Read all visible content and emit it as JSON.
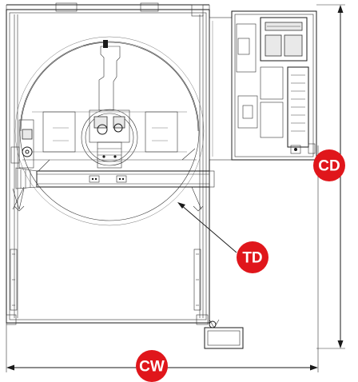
{
  "callouts": {
    "cd": {
      "label": "CD",
      "color": "#e0161b"
    },
    "td": {
      "label": "TD",
      "color": "#e0161b"
    },
    "cw": {
      "label": "CW",
      "color": "#e0161b"
    }
  }
}
